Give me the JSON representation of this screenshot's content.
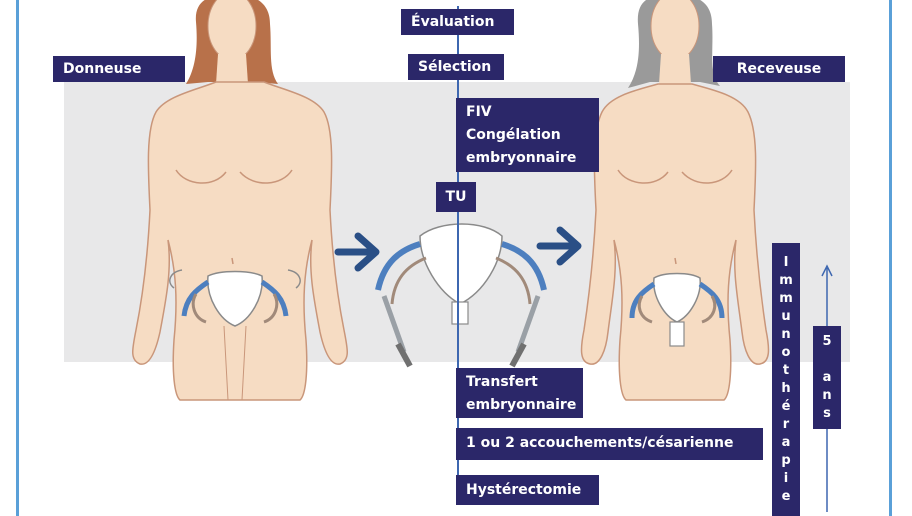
{
  "labels": {
    "donneuse": "Donneuse",
    "receveuse": "Receveuse",
    "evaluation": "Évaluation",
    "selection": "Sélection",
    "fiv": "FIV",
    "congelation": "Congélation",
    "embryonnaire_1": "embryonnaire",
    "tu": "TU",
    "transfert": "Transfert",
    "embryonnaire_2": "embryonnaire",
    "accouchements": "1 ou 2 accouchements/césarienne",
    "hysterectomie": "Hystérectomie",
    "immunotherapie": "Immunothérapie",
    "duree": "5 ans"
  },
  "colors": {
    "label_bg": "#2b2769",
    "arrow": "#2a4f86",
    "timeline": "#3e67b0",
    "skin": "#f6dcc3",
    "skin_outline": "#c9967a",
    "hair_donor": "#b8714a",
    "hair_recipient": "#9a9a9a",
    "band": "#e8e8e9",
    "frame": "#5aa0d8"
  },
  "icons": {
    "arrows": "right-arrow-icon",
    "organs": "uterus-icon"
  }
}
